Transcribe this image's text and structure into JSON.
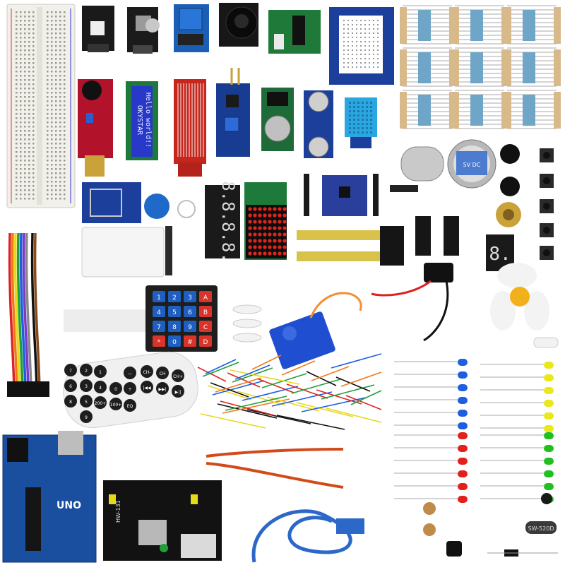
{
  "lcd": {
    "line1": "OKYSTAR",
    "line2": "Hello world!!"
  },
  "seven_seg_4digit": "8.8.8.8.",
  "seven_seg_single": "8.",
  "keypad": {
    "rows": [
      [
        "1",
        "2",
        "3",
        "A"
      ],
      [
        "4",
        "5",
        "6",
        "B"
      ],
      [
        "7",
        "8",
        "9",
        "C"
      ],
      [
        "*",
        "0",
        "#",
        "D"
      ]
    ],
    "colors": [
      "#d9342b",
      "#1f5fbf"
    ]
  },
  "remote": {
    "rows": [
      [
        "CH-",
        "CH",
        "CH+"
      ],
      [
        "|◀◀",
        "▶▶|",
        "▶||"
      ],
      [
        "—",
        "+",
        "EQ"
      ],
      [
        "0",
        "100+",
        "200+"
      ],
      [
        "1",
        "2",
        "3"
      ],
      [
        "4",
        "5",
        "6"
      ],
      [
        "7",
        "8",
        "9"
      ]
    ]
  },
  "arduino": {
    "label": "UNO"
  },
  "power_module": {
    "label": "HW-131"
  },
  "stepper_motor": {
    "label": "5V DC"
  },
  "buzzer": {
    "label": "SW-520D"
  },
  "colors": {
    "breadboard": "#f1f0ea",
    "pcb_blue": "#1d3f9c",
    "pcb_red": "#b3122b",
    "pcb_green": "#1f7a3a",
    "led_blue": "#1d5fe0",
    "led_red": "#e3211c",
    "led_yellow": "#e8e81a",
    "led_green": "#20c020",
    "resistor": "#d8b98a"
  }
}
